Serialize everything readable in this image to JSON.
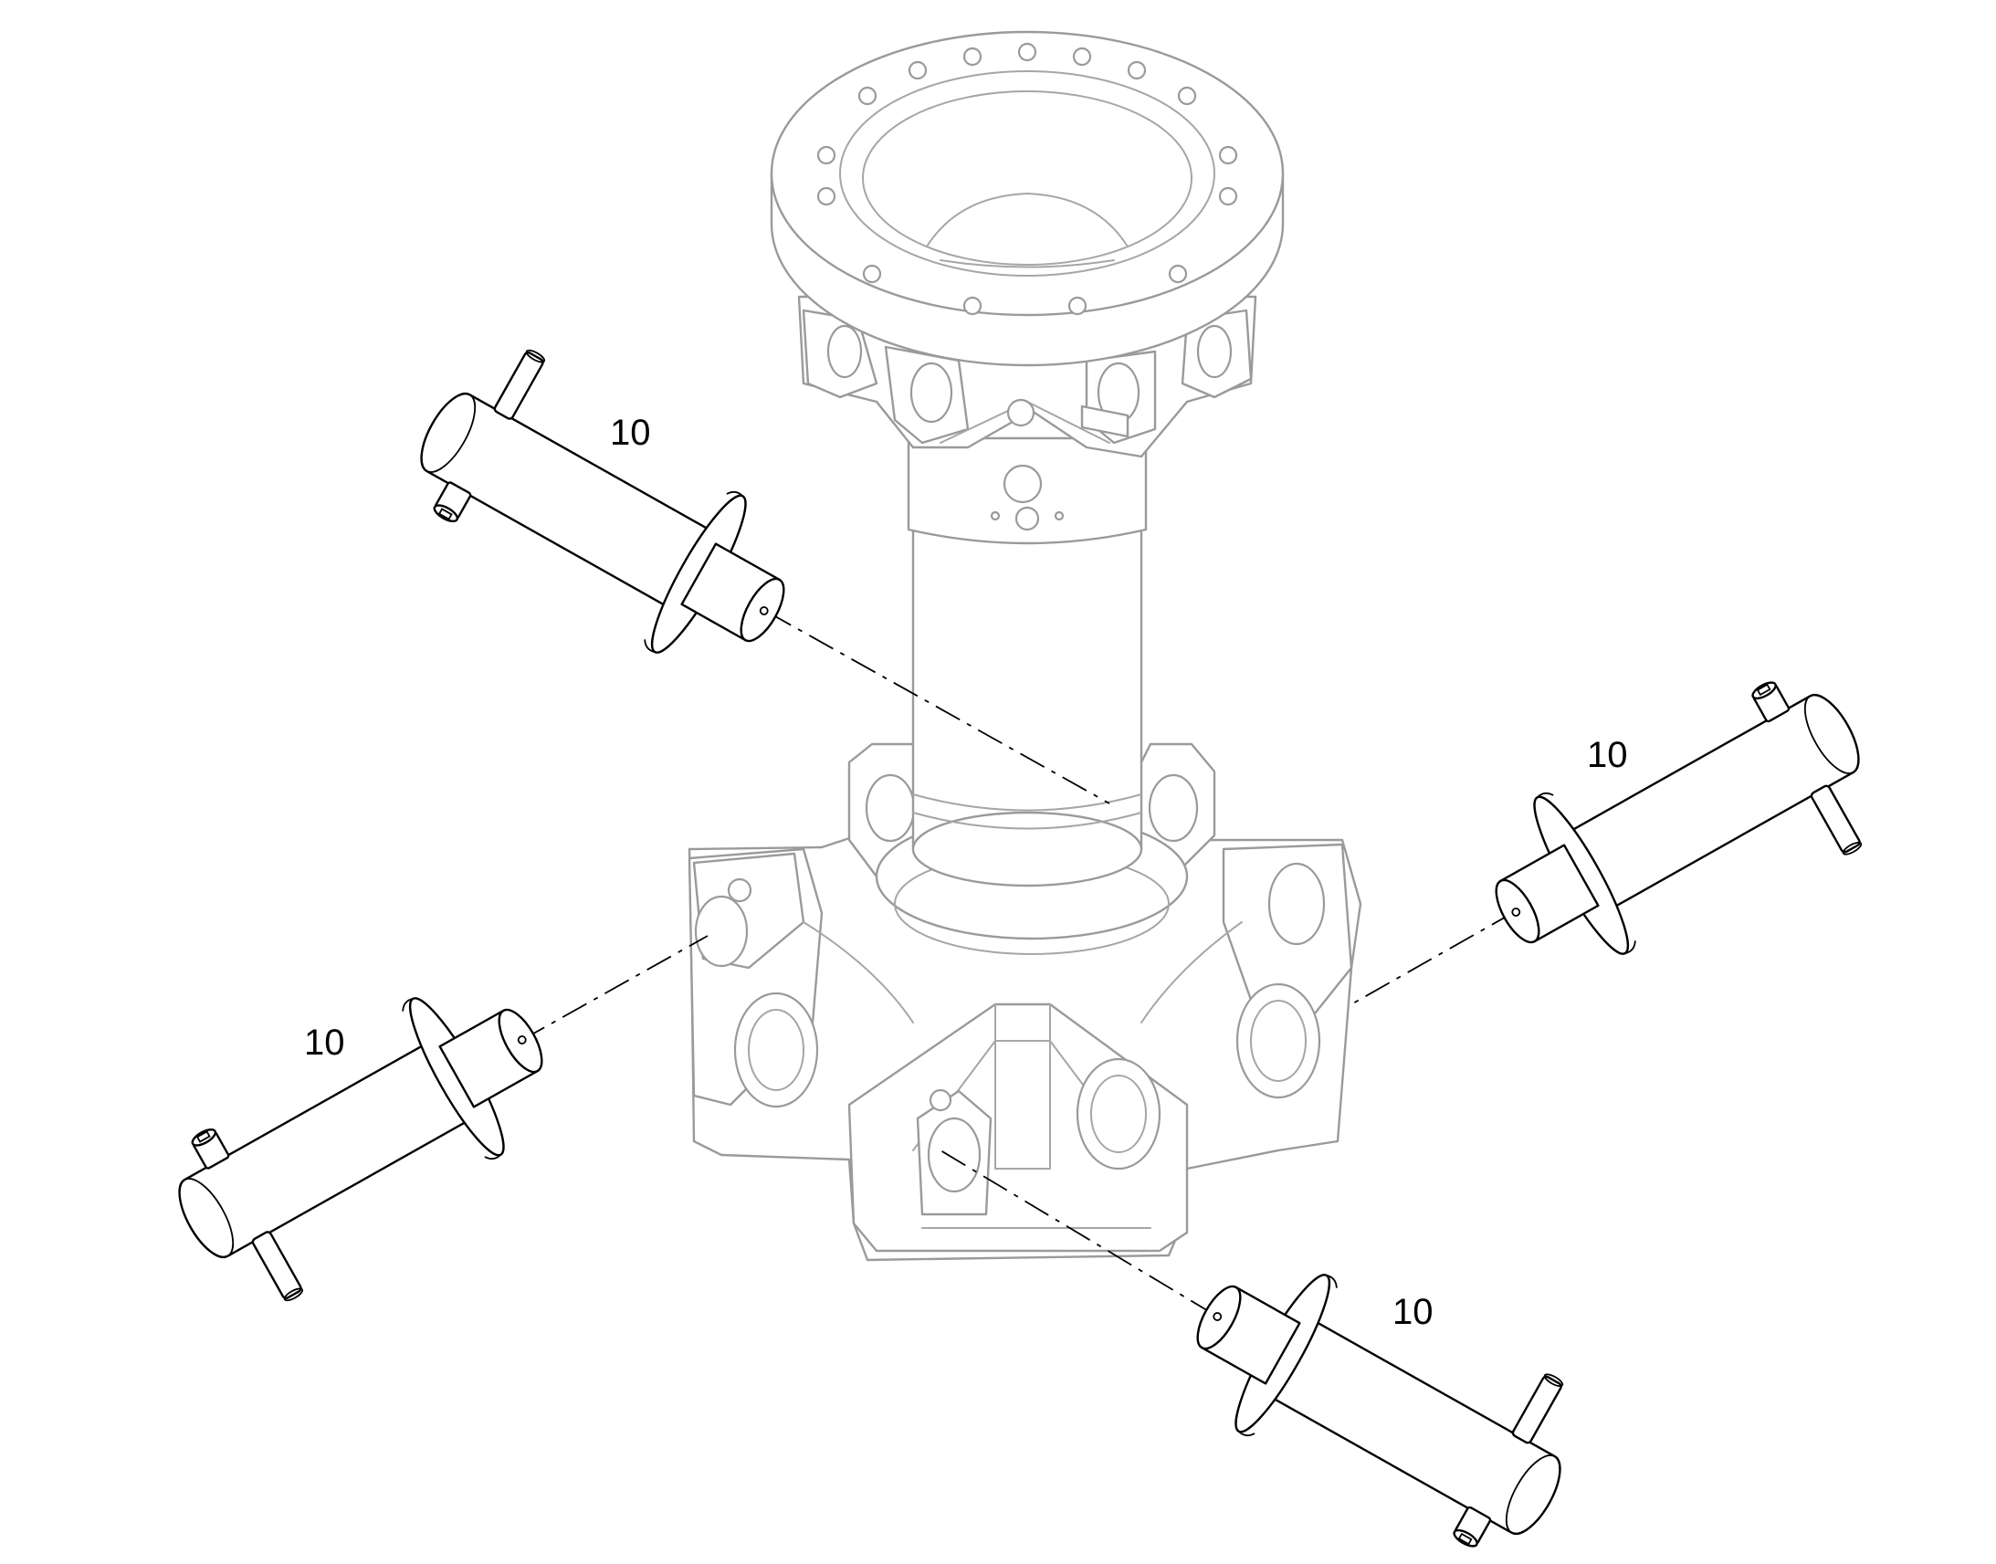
{
  "callouts": [
    {
      "id": "pin-top-left",
      "label": "10"
    },
    {
      "id": "pin-right",
      "label": "10"
    },
    {
      "id": "pin-left",
      "label": "10"
    },
    {
      "id": "pin-bottom",
      "label": "10"
    }
  ]
}
